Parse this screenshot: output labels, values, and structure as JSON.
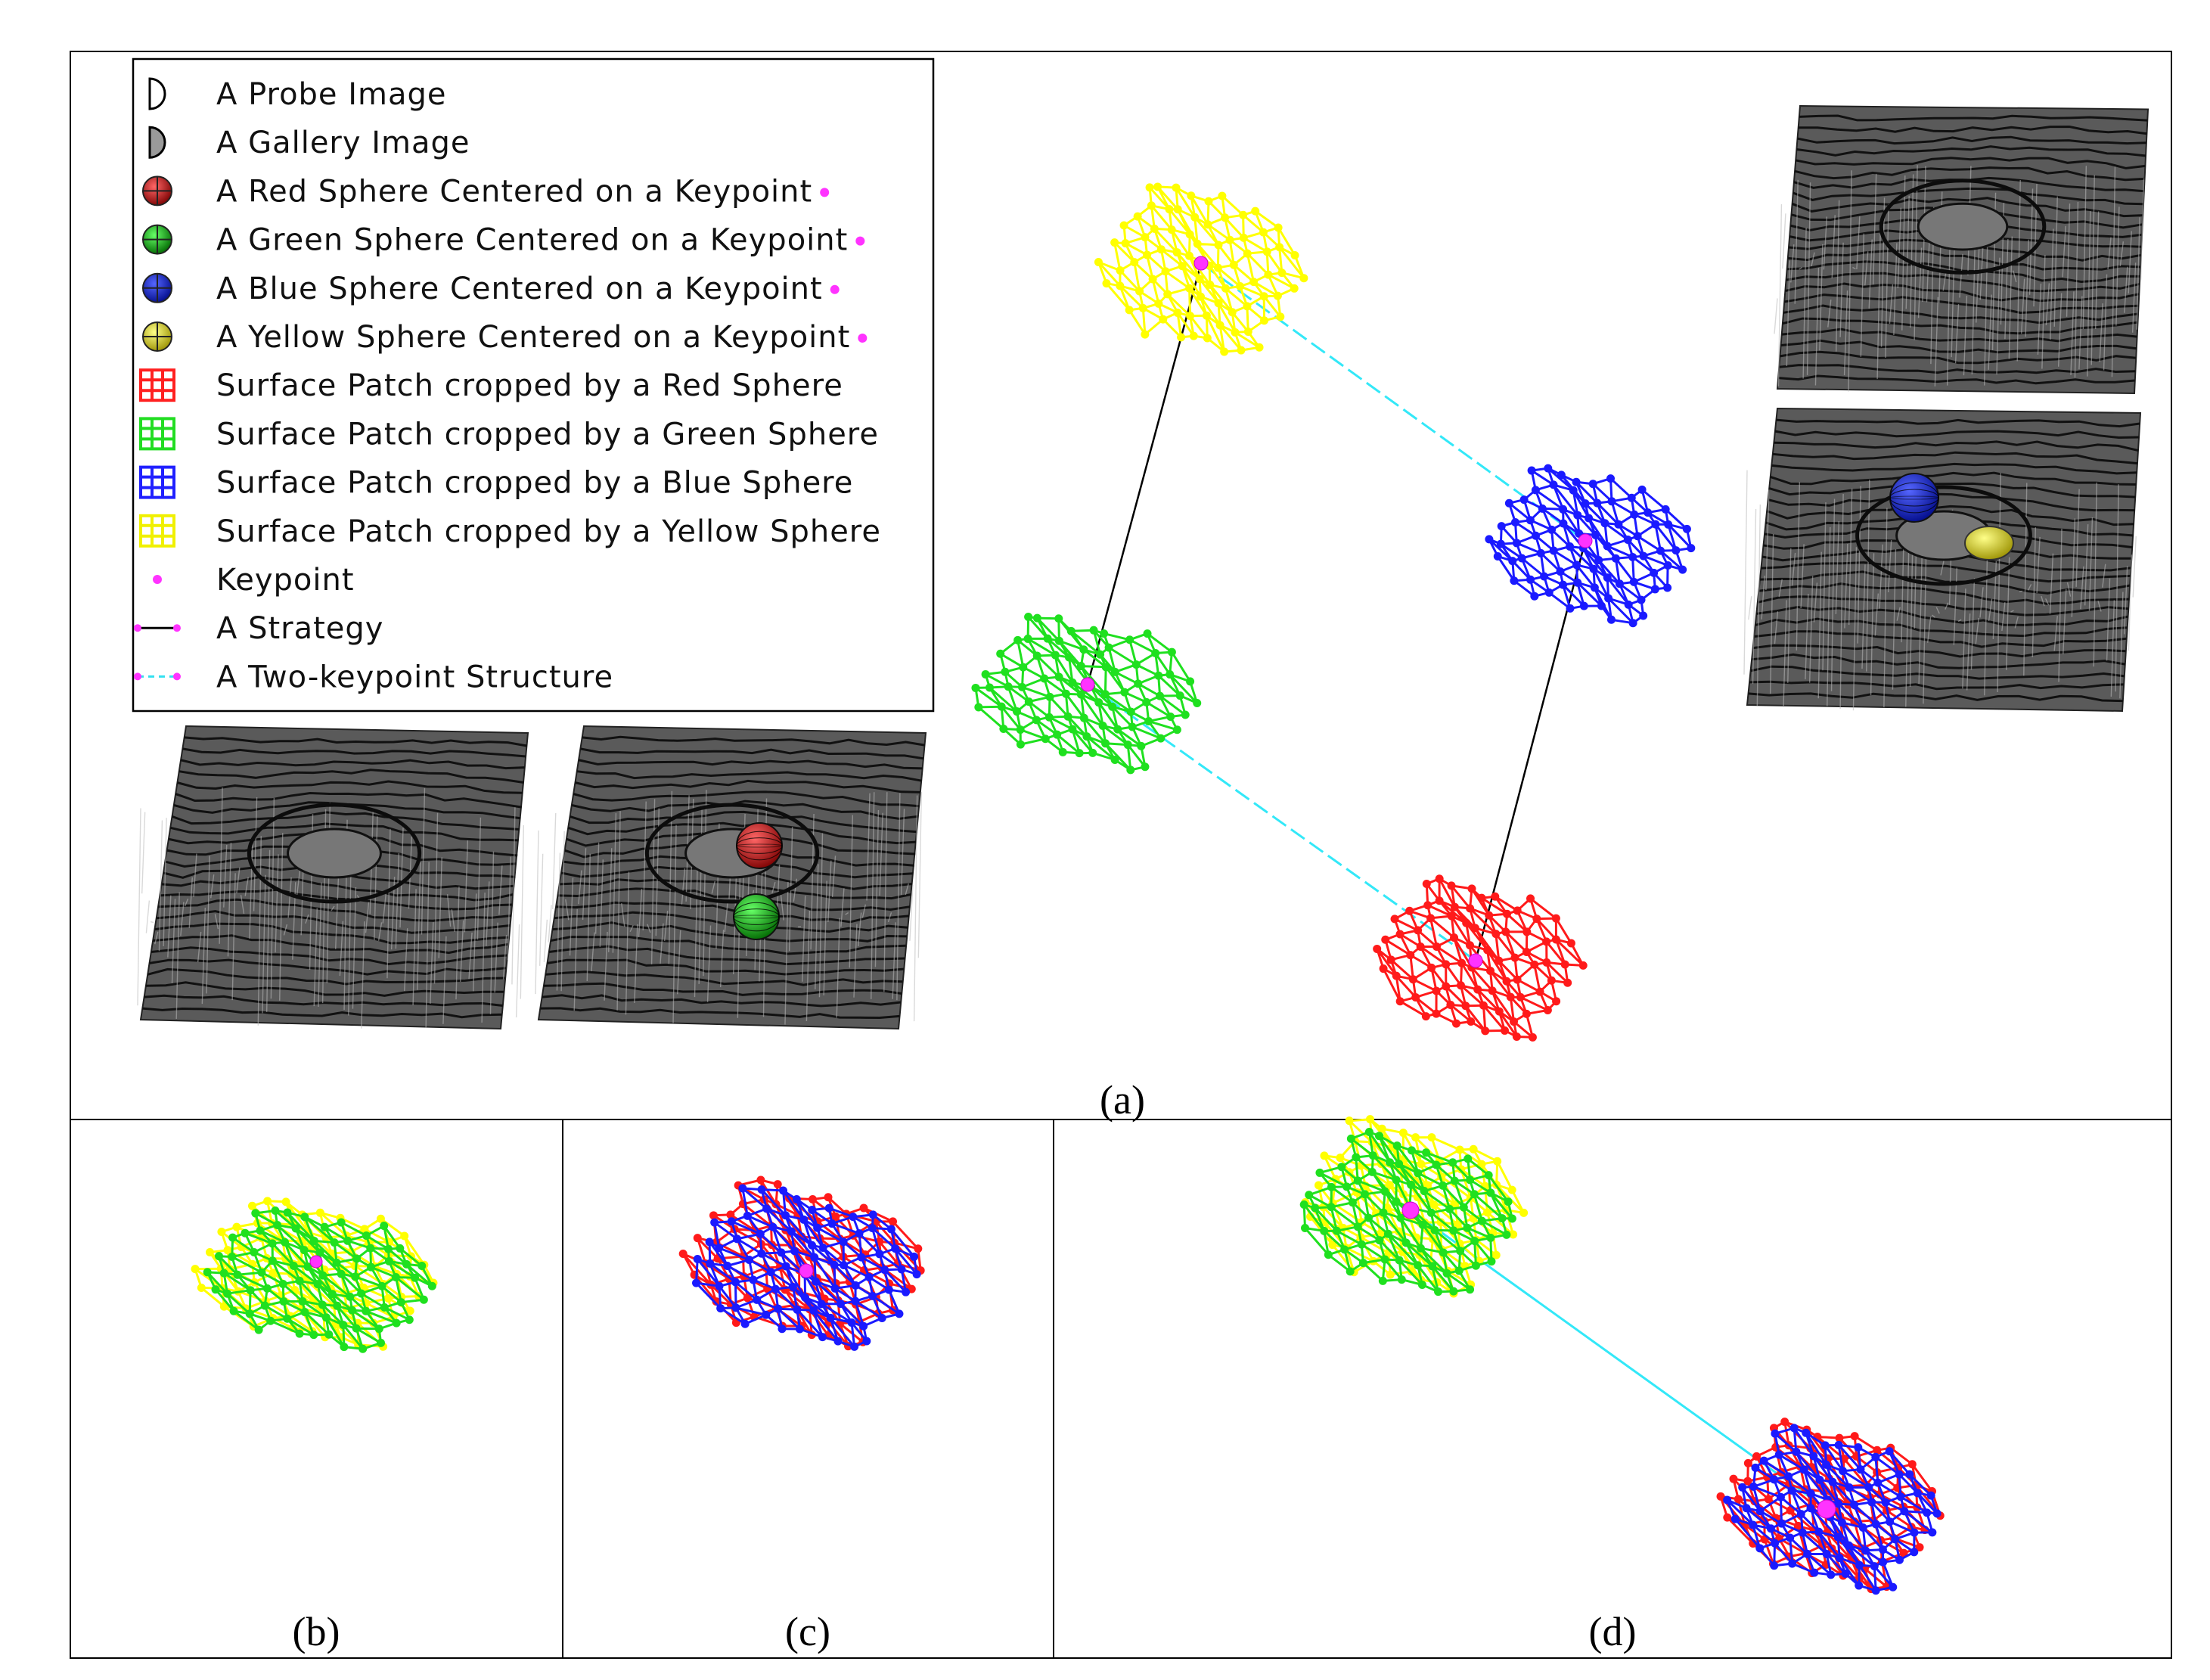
{
  "legend": {
    "items": [
      {
        "label": "A Probe Image",
        "icon": "probe-half-disc-icon",
        "color": "#ffffff"
      },
      {
        "label": "A Gallery Image",
        "icon": "gallery-half-disc-icon",
        "color": "#9a9a9a"
      },
      {
        "label": "A Red Sphere Centered on a Keypoint",
        "icon": "red-sphere-icon",
        "color": "#e8443a"
      },
      {
        "label": "A Green Sphere Centered on a Keypoint",
        "icon": "green-sphere-icon",
        "color": "#3dd63d"
      },
      {
        "label": "A Blue Sphere Centered on a Keypoint",
        "icon": "blue-sphere-icon",
        "color": "#3c46e0"
      },
      {
        "label": "A Yellow Sphere Centered on a Keypoint",
        "icon": "yellow-sphere-icon",
        "color": "#e8e030"
      },
      {
        "label": "Surface Patch cropped by a Red Sphere",
        "icon": "red-patch-icon",
        "color": "#ff2020"
      },
      {
        "label": "Surface Patch cropped by a Green Sphere",
        "icon": "green-patch-icon",
        "color": "#22dd22"
      },
      {
        "label": "Surface Patch cropped by a Blue Sphere",
        "icon": "blue-patch-icon",
        "color": "#2020ff"
      },
      {
        "label": "Surface Patch cropped by a Yellow Sphere",
        "icon": "yellow-patch-icon",
        "color": "#f0f000"
      },
      {
        "label": "Keypoint",
        "icon": "keypoint-dot-icon",
        "color": "#ff33ff"
      },
      {
        "label": "A Strategy",
        "icon": "strategy-line-icon",
        "color": "#000000"
      },
      {
        "label": "A Two-keypoint Structure",
        "icon": "two-keypoint-dashed-line-icon",
        "color": "#33e0f0"
      }
    ]
  },
  "captions": {
    "a": "(a)",
    "b": "(b)",
    "c": "(c)",
    "d": "(d)"
  },
  "colors": {
    "red": "#ff1a1a",
    "green": "#1fe01f",
    "blue": "#1a1aff",
    "yellow": "#ffff00",
    "keypoint": "#ff33ff",
    "cyan": "#33e8f8",
    "surface": "#3a3a3a"
  }
}
